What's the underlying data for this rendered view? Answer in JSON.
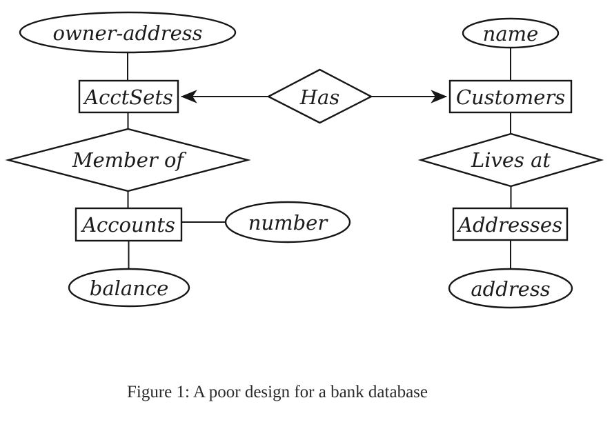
{
  "colors": {
    "stroke": "#161616",
    "background": "#ffffff",
    "label_text": "#1c1c1c",
    "caption_text": "#2a2a2a"
  },
  "diagram": {
    "entities": {
      "acct_sets": "AcctSets",
      "customers": "Customers",
      "accounts": "Accounts",
      "addresses": "Addresses"
    },
    "relationships": {
      "has": "Has",
      "member_of": "Member of",
      "lives_at": "Lives at"
    },
    "attributes": {
      "owner_address": "owner-address",
      "name": "name",
      "number": "number",
      "balance": "balance",
      "address": "address"
    }
  },
  "caption": "Figure 1: A poor design for a bank database"
}
